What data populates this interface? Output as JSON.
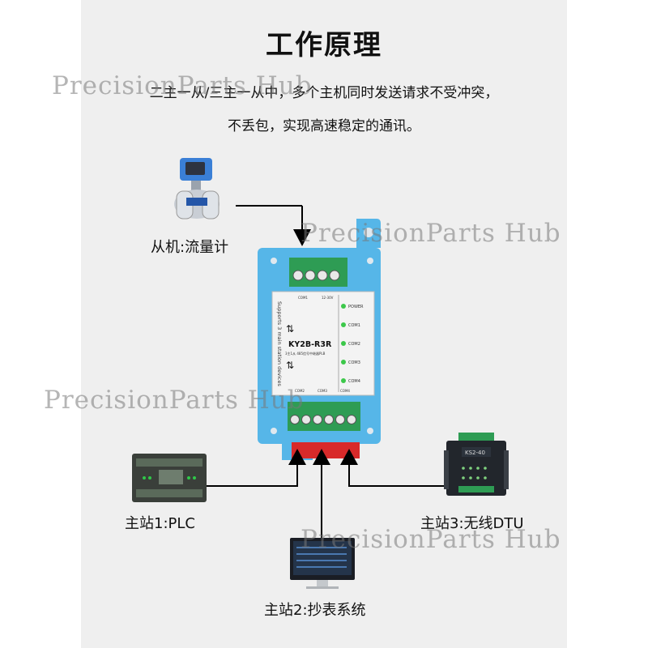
{
  "title": "工作原理",
  "description": {
    "line1": "二主一从/三主一从中，多个主机同时发送请求不受冲突，",
    "line2": "不丢包，实现高速稳定的通讯。"
  },
  "devices": {
    "slave": "从机:流量计",
    "master1": "主站1:PLC",
    "master2": "主站2:抄表系统",
    "master3": "主站3:无线DTU"
  },
  "module": {
    "model": "KY2B-R3R",
    "side_text": "Supports 3 main station devices",
    "small_text": "3主1从 485信号中继器PLB",
    "leds": [
      "POWER",
      "COM1",
      "COM2",
      "COM3",
      "COM4"
    ],
    "top_labels": [
      "COM1",
      "12-30V"
    ],
    "bottom_labels": [
      "COM2",
      "COM3",
      "COM4"
    ]
  },
  "dtu_label": "KS2-40",
  "watermark": "PrecisionParts Hub",
  "colors": {
    "panel": "#efefef",
    "enclosure": "#56b6e8",
    "terminal": "#2e9c54",
    "led": "#3cc84a",
    "connector": "#d82a2a"
  }
}
